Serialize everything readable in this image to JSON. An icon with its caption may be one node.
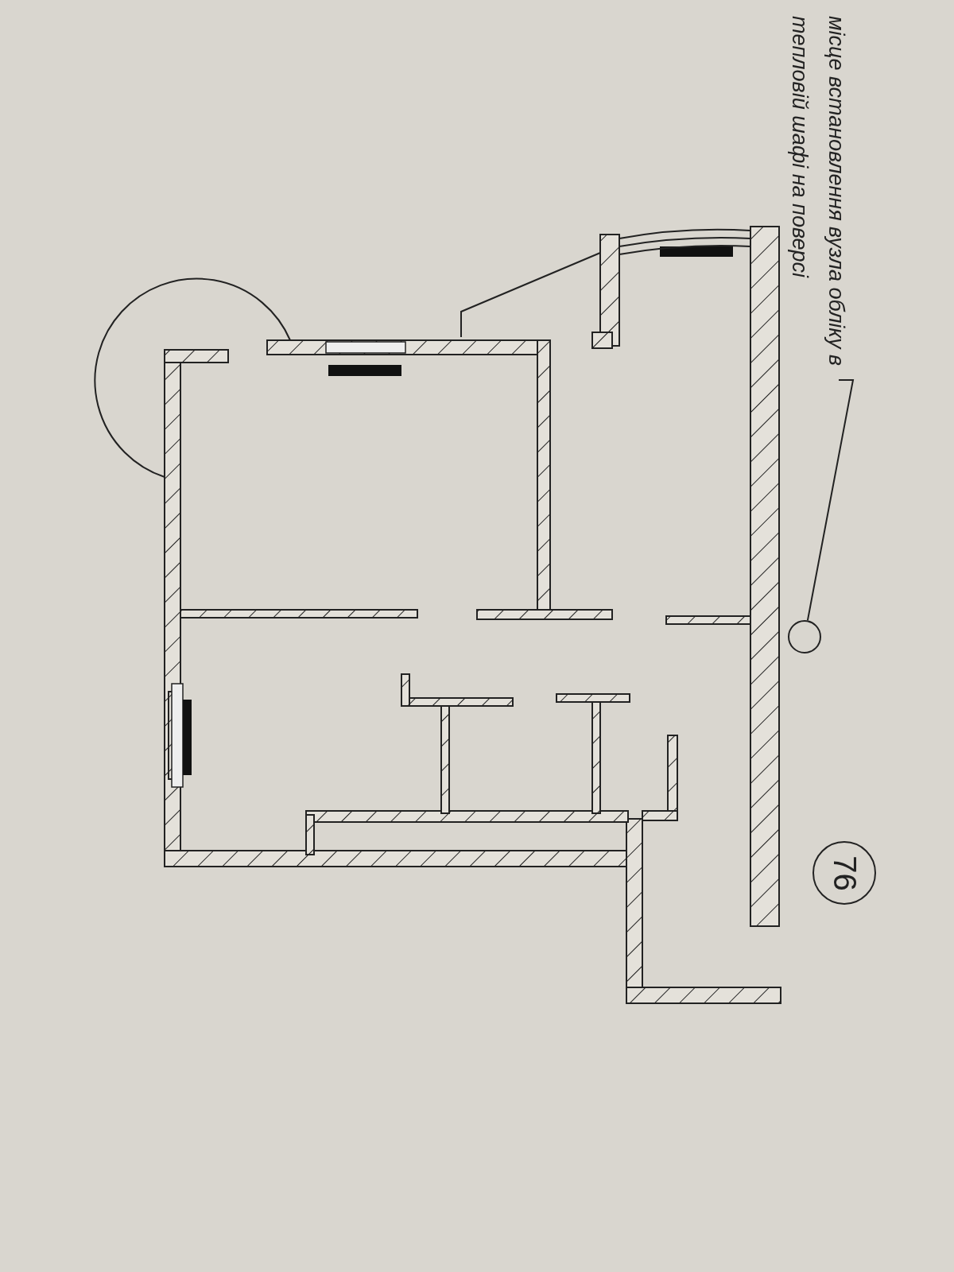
{
  "diagram": {
    "nodes": [
      {
        "text": [
          "місце встановлення вузла обліку в тепловій шафі на поверсі"
        ]
      },
      {
        "text": [],
        "shape": "circle"
      },
      {
        "text": [
          "76"
        ]
      }
    ],
    "edges": [
      {
        "from": 0,
        "to": 1,
        "arrow": "none"
      }
    ]
  }
}
